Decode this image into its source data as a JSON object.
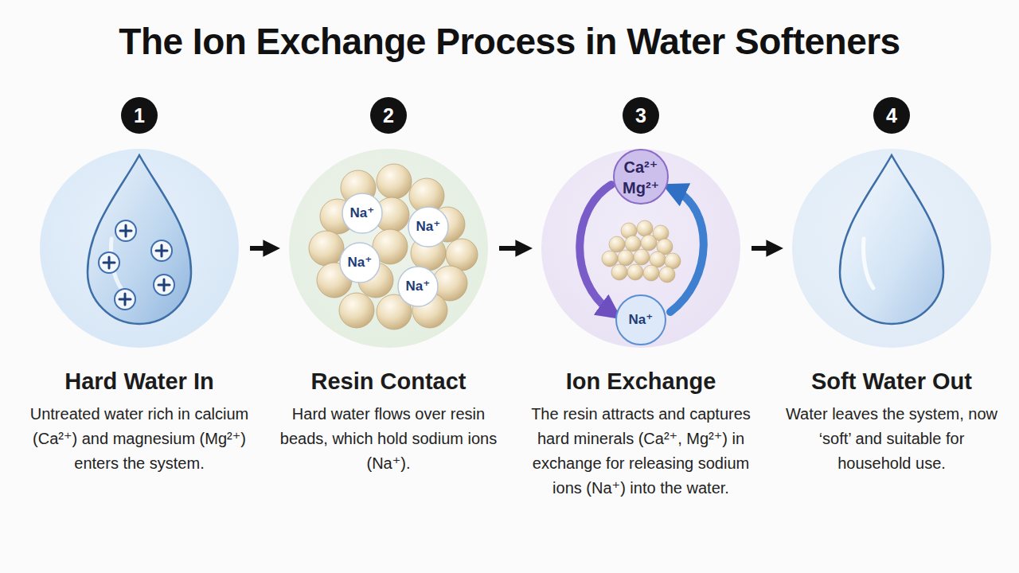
{
  "diagram": {
    "title": "The Ion Exchange Process in Water Softeners",
    "nodes": [
      {
        "text": [
          "Hard Water In",
          "Untreated water rich in calcium (Ca²⁺) and magnesium (Mg²⁺) enters the system."
        ]
      },
      {
        "text": [
          "Resin Contact",
          "Hard water flows over resin beads, which hold sodium ions (Na⁺)."
        ]
      },
      {
        "text": [
          "Ion Exchange",
          "The resin attracts and captures hard minerals (Ca²⁺, Mg²⁺) in exchange for releasing sodium ions (Na⁺) into the water."
        ]
      },
      {
        "text": [
          "Soft Water Out",
          "Water leaves the system, now ‘soft’ and suitable for household use."
        ]
      }
    ],
    "edges": [
      {
        "from": 0,
        "to": 1,
        "arrow": "to"
      },
      {
        "from": 1,
        "to": 2,
        "arrow": "to"
      },
      {
        "from": 2,
        "to": 3,
        "arrow": "to"
      }
    ],
    "labels": [
      "1",
      "2",
      "3",
      "4",
      "Na⁺",
      "Na⁺",
      "Na⁺",
      "Na⁺",
      "Ca²⁺",
      "Mg²⁺",
      "Na⁺"
    ]
  }
}
